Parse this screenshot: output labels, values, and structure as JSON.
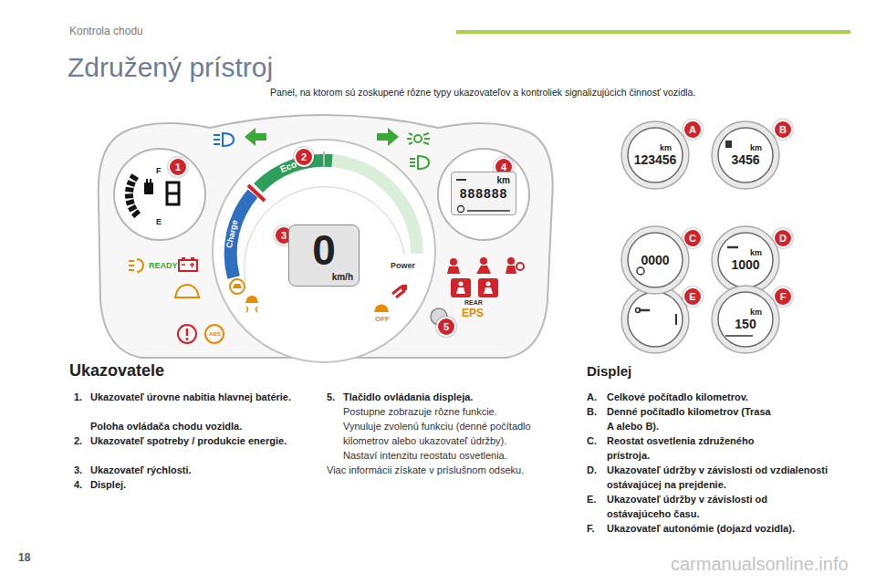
{
  "diagram": {
    "title": "Združený prístroj",
    "nodes": [
      {
        "text": [
          "0",
          "km/h"
        ]
      },
      {
        "text": [
          "km",
          "888888"
        ]
      },
      {
        "text": [
          "km",
          "123456"
        ]
      },
      {
        "text": [
          "km",
          "3456"
        ]
      },
      {
        "text": [
          "0000"
        ]
      },
      {
        "text": [
          "km",
          "1000"
        ]
      },
      {
        "text": [
          "km",
          "150"
        ]
      }
    ],
    "labels": [
      "Kontrola chodu",
      "18",
      "Panel, na ktorom sú zoskupené rôzne typy ukazovateľov a kontroliek signalizujúcich činnosť vozidla.",
      "1",
      "2",
      "3",
      "4",
      "5",
      "F",
      "E",
      "Eco",
      "Charge",
      "Power",
      "READY",
      "OFF",
      "REAR",
      "EPS",
      "A",
      "B",
      "C",
      "D",
      "E",
      "F",
      "Ukazovatele",
      "1.",
      "Ukazovateľ úrovne nabitia hlavnej batérie.",
      "Poloha ovládača chodu vozidla.",
      "2.",
      "Ukazovateľ spotreby / produkcie energie.",
      "3.",
      "Ukazovateľ rýchlosti.",
      "4.",
      "Displej.",
      "5.",
      "Tlačidlo ovládania displeja.",
      "Postupne zobrazuje rôzne funkcie.",
      "Vynuluje zvolenú funkciu (denné počítadlo kilometrov alebo ukazovateľ údržby).",
      "Nastaví intenzitu reostatu osvetlenia.",
      "Viac informácii získate v príslušnom odseku.",
      "Displej",
      "A.",
      "Celkové počítadlo kilometrov.",
      "B.",
      "Denné počítadlo kilometrov (Trasa A alebo B).",
      "C.",
      "Reostat osvetlenia združeného prístroja.",
      "D.",
      "Ukazovateľ údržby v závislosti od vzdialenosti ostávajúcej na prejdenie.",
      "E.",
      "Ukazovateľ údržby v závislosti od ostávajúceho času.",
      "F.",
      "Ukazovateľ autonómie (dojazd vozidla).",
      "ABS",
      "carmanualsonline.info"
    ]
  }
}
